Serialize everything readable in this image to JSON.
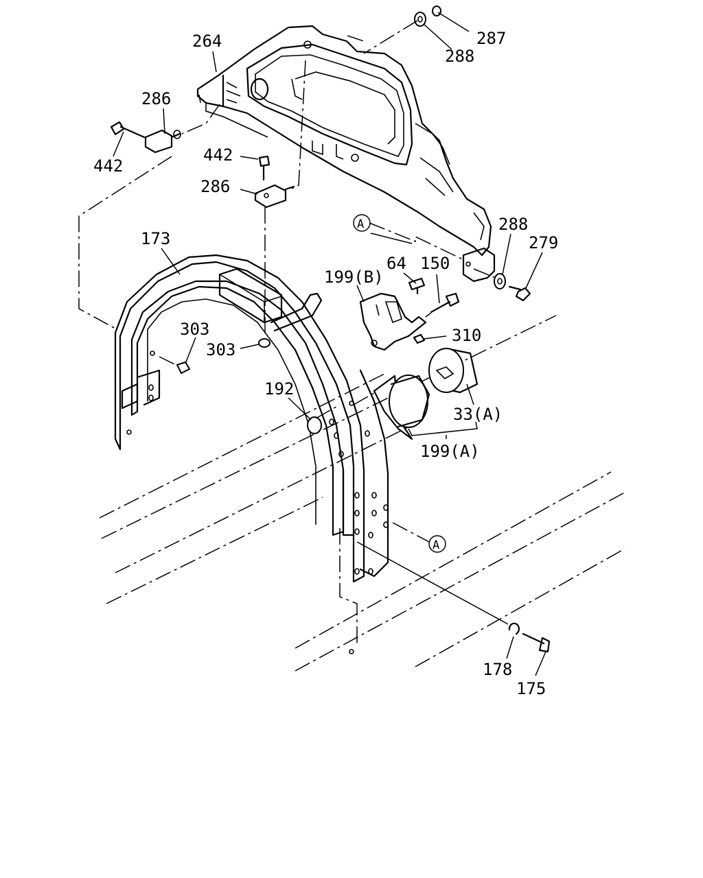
{
  "diagram": {
    "callouts": {
      "c264": "264",
      "c287": "287",
      "c288a": "288",
      "c286a": "286",
      "c442a": "442",
      "c442b": "442",
      "c286b": "286",
      "c288b": "288",
      "c279": "279",
      "cA1": "A",
      "c173": "173",
      "c64": "64",
      "c150": "150",
      "c199b": "199(B)",
      "c310": "310",
      "c303a": "303",
      "c303b": "303",
      "c192": "192",
      "c33a": "33(A)",
      "c199a": "199(A)",
      "cA2": "A",
      "c178": "178",
      "c175": "175"
    }
  }
}
